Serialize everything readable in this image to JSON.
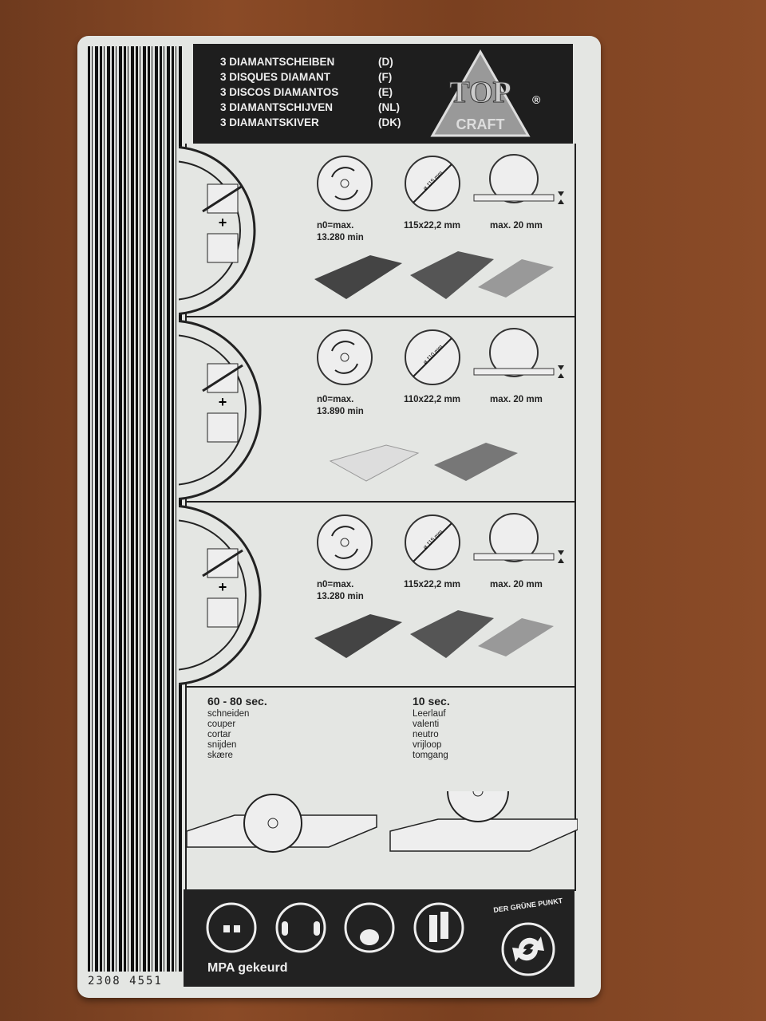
{
  "header": {
    "lines": [
      {
        "text": "3 DIAMANTSCHEIBEN",
        "code": "(D)"
      },
      {
        "text": "3 DISQUES DIAMANT",
        "code": "(F)"
      },
      {
        "text": "3 DISCOS DIAMANTOS",
        "code": "(E)"
      },
      {
        "text": "3 DIAMANTSCHIJVEN",
        "code": "(NL)"
      },
      {
        "text": "3 DIAMANTSKIVER",
        "code": "(DK)"
      }
    ],
    "logo": "TOP CRAFT",
    "registered": "®"
  },
  "sections": [
    {
      "speed_1": "n0=max.",
      "speed_2": "13.280 min",
      "dims": "115x22,2 mm",
      "diameter": "ø 115 mm",
      "depth": "max. 20 mm"
    },
    {
      "speed_1": "n0=max.",
      "speed_2": "13.890 min",
      "dims": "110x22,2 mm",
      "diameter": "ø 110 mm",
      "depth": "max. 20 mm"
    },
    {
      "speed_1": "n0=max.",
      "speed_2": "13.280 min",
      "dims": "115x22,2 mm",
      "diameter": "ø 115 mm",
      "depth": "max. 20 mm"
    }
  ],
  "usage": {
    "cut": {
      "time": "60 - 80 sec.",
      "words": [
        "schneiden",
        "couper",
        "cortar",
        "snijden",
        "skære"
      ]
    },
    "idle": {
      "time": "10 sec.",
      "words": [
        "Leerlauf",
        "valenti",
        "neutro",
        "vrijloop",
        "tomgang"
      ]
    }
  },
  "footer": {
    "label": "MPA gekeurd",
    "green_dot": "DER GRÜNE PUNKT",
    "icons": [
      "goggles-icon",
      "ear-protection-icon",
      "dust-mask-icon",
      "gloves-icon"
    ]
  },
  "barcode_number": "2308 4551"
}
